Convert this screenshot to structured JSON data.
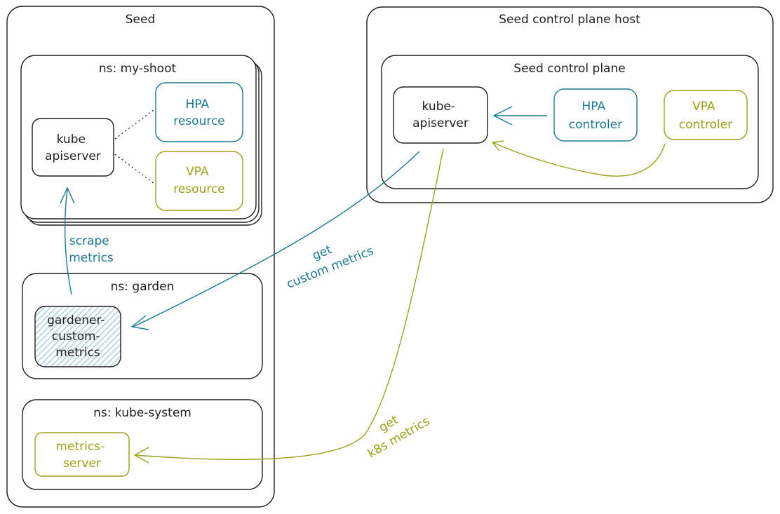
{
  "seed": {
    "title": "Seed"
  },
  "ns_my_shoot": {
    "title": "ns: my-shoot",
    "kube_apiserver": [
      "kube",
      "apiserver"
    ],
    "hpa_resource": [
      "HPA",
      "resource"
    ],
    "vpa_resource": [
      "VPA",
      "resource"
    ]
  },
  "ns_garden": {
    "title": "ns: garden",
    "gardener_custom_metrics": [
      "gardener-",
      "custom-",
      "metrics"
    ]
  },
  "ns_kube_system": {
    "title": "ns: kube-system",
    "metrics_server": [
      "metrics-",
      "server"
    ]
  },
  "control_plane_host": {
    "title": "Seed control plane host",
    "control_plane": {
      "title": "Seed control plane",
      "kube_apiserver": [
        "kube-",
        "apiserver"
      ],
      "hpa_controller": [
        "HPA",
        "controler"
      ],
      "vpa_controller": [
        "VPA",
        "controler"
      ]
    }
  },
  "edges": {
    "scrape_metrics": [
      "scrape",
      "metrics"
    ],
    "get_custom_metrics": [
      "get",
      "custom metrics"
    ],
    "get_k8s_metrics": [
      "get",
      "k8s metrics"
    ]
  },
  "colors": {
    "teal": "#1a7a90",
    "olive": "#9aa217",
    "ink": "#1e1e1e",
    "hatch": "#a8d0dc"
  }
}
